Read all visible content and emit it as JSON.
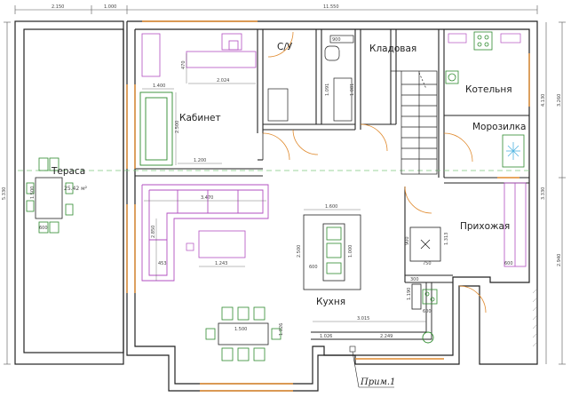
{
  "rooms": {
    "terrace": "Тераса",
    "study": "Кабинет",
    "wc": "С/У",
    "pantry": "Кладовая",
    "boiler": "Котельня",
    "freezer": "Морозилка",
    "hall": "Прихожая",
    "kitchen": "Кухня"
  },
  "area_label": "25.42 м²",
  "note": "Прим.1",
  "dims_top": [
    "2.150",
    "1.000",
    "11.550"
  ],
  "dims_left": [
    "5.330"
  ],
  "dims_right": [
    "3.260",
    "3.330",
    "2.940",
    "4.130"
  ],
  "dims_inner": {
    "study_w": "1.400",
    "study_mid": "2.024",
    "study_side": "2.500",
    "study_bottom": "1.200",
    "study_small": "470",
    "wc_small": "900",
    "wc_a": "1.091",
    "wc_b": "1.081",
    "kitchen_sofa_w": "3.470",
    "kitchen_sofa_h": "2.850",
    "kitchen_table": "1.243",
    "kitchen_453": "453",
    "island_w": "1.600",
    "island_h": "2.500",
    "island_inner": "1.000",
    "island_600": "600",
    "dining_w": "1.500",
    "dining_h": "1.026",
    "counter_3015": "3.015",
    "counter_1026": "1.026",
    "counter_2249": "2.249",
    "terrace_600": "600",
    "terrace_1500": "1.500",
    "hall_600": "600",
    "hall_1313": "1.313",
    "hall_900": "900",
    "hall_750": "750",
    "hall_1190": "1.190",
    "hall_600b": "600",
    "hall_300": "300"
  }
}
